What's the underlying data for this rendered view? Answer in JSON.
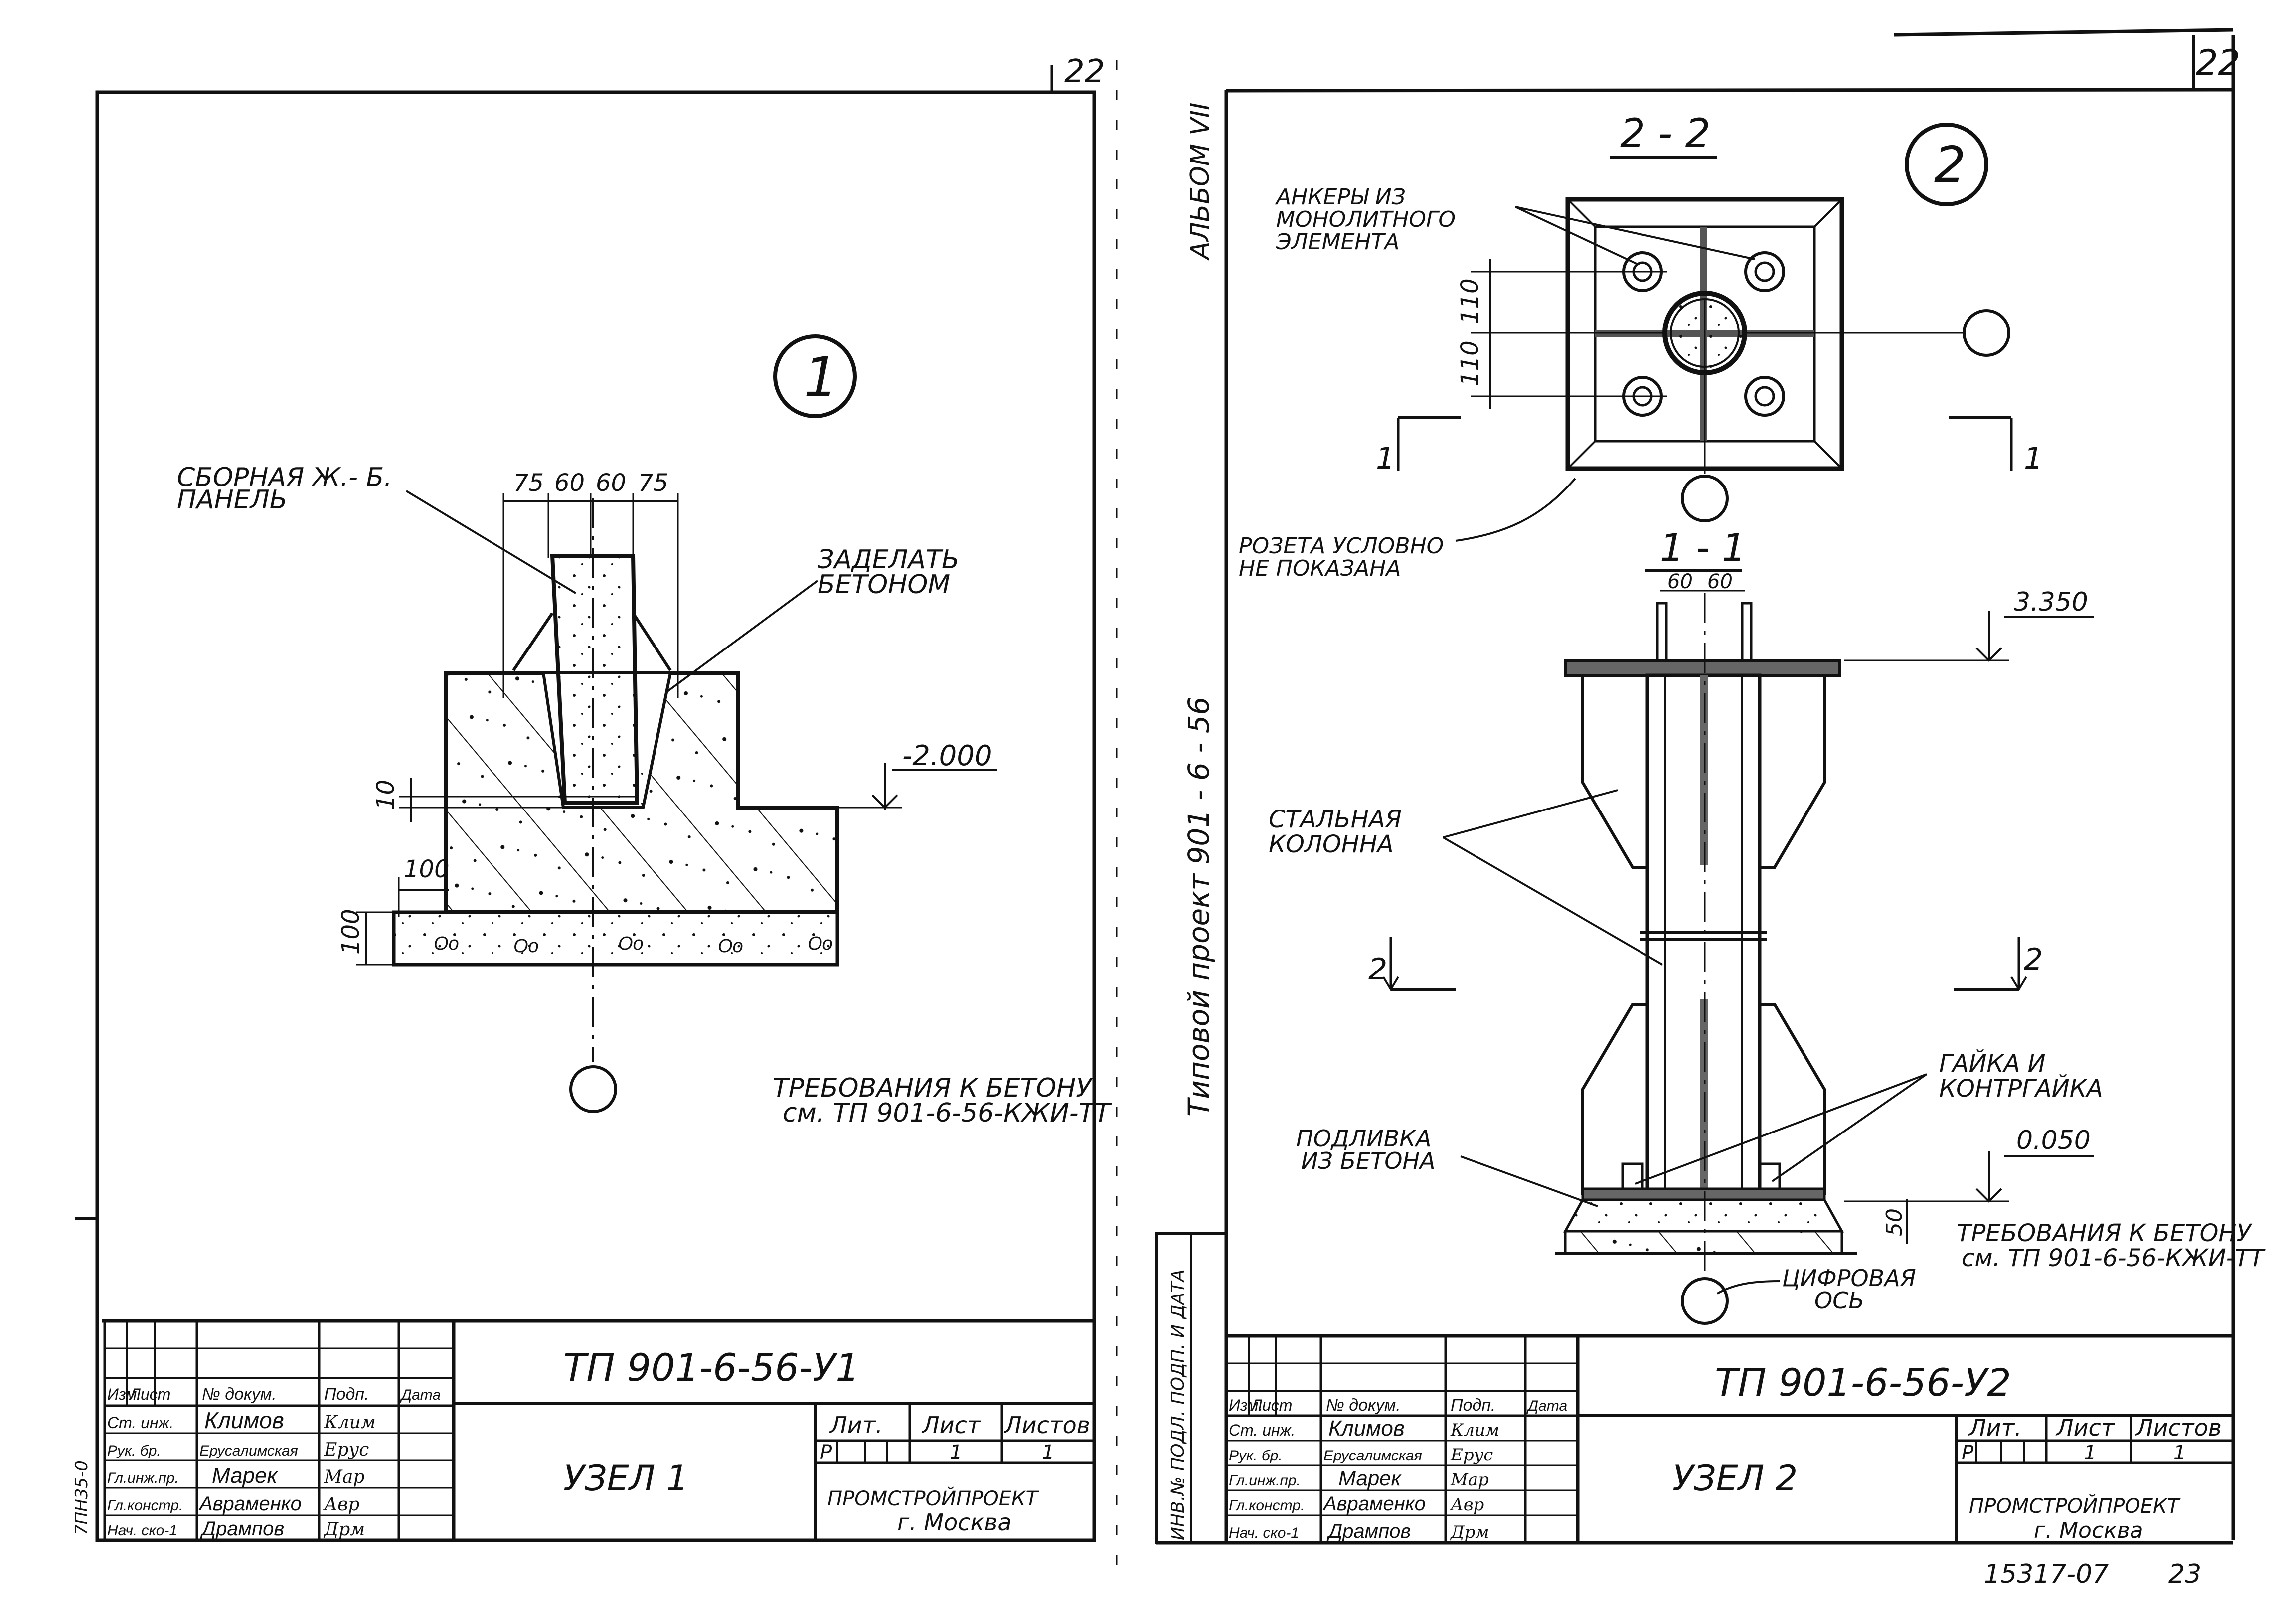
{
  "page_numbers": {
    "left_top": "22",
    "right_top": "22",
    "bottom_number": "15317-07",
    "bottom_page": "23"
  },
  "side_labels": {
    "album": "АЛЬБОМ VII",
    "project": "Типовой   проект   901 - 6 - 56",
    "inv_field": "ИНВ.№ ПОДЛ. ПОДП. И ДАТА",
    "left_stamp": "7ПН35-0"
  },
  "sheet1": {
    "node_number": "1",
    "labels": {
      "panel_line1": "СБОРНАЯ Ж.- Б.",
      "panel_line2": "ПАНЕЛЬ",
      "seal_line1": "ЗАДЕЛАТЬ",
      "seal_line2": "БЕТОНОМ",
      "note_line1": "ТРЕБОВАНИЯ К БЕТОНУ",
      "note_line2": "см. ТП 901-6-56-КЖИ-ТТ"
    },
    "dims": {
      "top": [
        "75",
        "60",
        "60",
        "75"
      ],
      "d10": "10",
      "d100a": "100",
      "d100b": "100",
      "elev": "-2.000"
    },
    "title_block": {
      "code": "ТП 901-6-56-У1",
      "name": "УЗЕЛ 1",
      "org_line1": "ПРОМСТРОЙПРОЕКТ",
      "org_line2": "г. Москва",
      "headers": [
        "Изм.",
        "Лист",
        "№ докум.",
        "Подп.",
        "Дата"
      ],
      "rows": [
        {
          "role": "Ст. инж.",
          "name": "Климов",
          "sign": "Клим"
        },
        {
          "role": "Рук. бр.",
          "name": "Ерусалимская",
          "sign": "Ерус"
        },
        {
          "role": "Гл.инж.пр.",
          "name": "Марек",
          "sign": "Map"
        },
        {
          "role": "Гл.констр.",
          "name": "Авраменко",
          "sign": "Авр"
        },
        {
          "role": "Нач. ско-1",
          "name": "Дрампов",
          "sign": "Дрм"
        }
      ],
      "lit_label": "Лит.",
      "sheet_label": "Лист",
      "sheets_label": "Листов",
      "lit_value": "Р",
      "sheet_value": "1",
      "sheets_value": "1"
    }
  },
  "sheet2": {
    "node_number": "2",
    "section_22": "2 - 2",
    "section_11": "1 - 1",
    "cut_marks": {
      "c1l": "1",
      "c1r": "1",
      "c2l": "2",
      "c2r": "2"
    },
    "labels": {
      "anchors_line1": "АНКЕРЫ ИЗ",
      "anchors_line2": "МОНОЛИТНОГО",
      "anchors_line3": "ЭЛЕМЕНТА",
      "rosette_line1": "РОЗЕТА УСЛОВНО",
      "rosette_line2": "НЕ ПОКАЗАНА",
      "column_line1": "СТАЛЬНАЯ",
      "column_line2": "КОЛОННА",
      "nut_line1": "ГАЙКА И",
      "nut_line2": "КОНТРГАЙКА",
      "grout_line1": "ПОДЛИВКА",
      "grout_line2": "ИЗ БЕТОНА",
      "axis_line1": "ЦИФРОВАЯ",
      "axis_line2": "ОСЬ",
      "note_line1": "ТРЕБОВАНИЯ К БЕТОНУ",
      "note_line2": "см. ТП 901-6-56-КЖИ-ТТ"
    },
    "dims": {
      "d110a": "110",
      "d110b": "110",
      "d60a": "60",
      "d60b": "60",
      "d50": "50",
      "elev_top": "3.350",
      "elev_bot": "0.050"
    },
    "title_block": {
      "code": "ТП 901-6-56-У2",
      "name": "УЗЕЛ 2",
      "org_line1": "ПРОМСТРОЙПРОЕКТ",
      "org_line2": "г. Москва",
      "headers": [
        "Изм.",
        "Лист",
        "№ докум.",
        "Подп.",
        "Дата"
      ],
      "rows": [
        {
          "role": "Ст. инж.",
          "name": "Климов",
          "sign": "Клим"
        },
        {
          "role": "Рук. бр.",
          "name": "Ерусалимская",
          "sign": "Ерус"
        },
        {
          "role": "Гл.инж.пр.",
          "name": "Марек",
          "sign": "Map"
        },
        {
          "role": "Гл.констр.",
          "name": "Авраменко",
          "sign": "Авр"
        },
        {
          "role": "Нач. ско-1",
          "name": "Дрампов",
          "sign": "Дрм"
        }
      ],
      "lit_label": "Лит.",
      "sheet_label": "Лист",
      "sheets_label": "Листов",
      "lit_value": "Р",
      "sheet_value": "1",
      "sheets_value": "1"
    }
  }
}
